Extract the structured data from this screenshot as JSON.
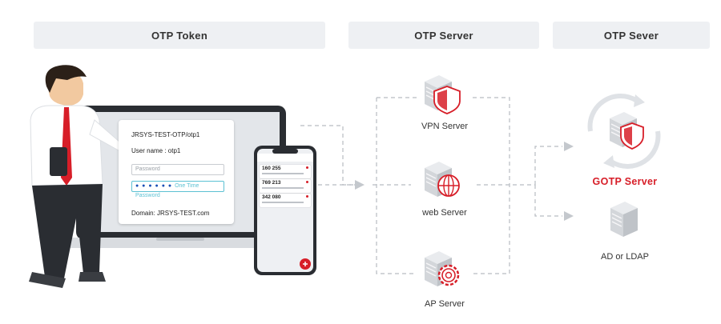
{
  "headers": {
    "token": "OTP Token",
    "server": "OTP Server",
    "sever": "OTP Sever"
  },
  "login_form": {
    "account": "JRSYS-TEST-OTP/otp1",
    "username": "User name : otp1",
    "password_placeholder": "Password",
    "otp_placeholder": "One Time Password",
    "otp_dots": "● ● ● ● ● ●",
    "domain": "Domain: JRSYS-TEST.com"
  },
  "phone": {
    "codes": [
      "160 255",
      "769 213",
      "342 080"
    ]
  },
  "servers": {
    "vpn": "VPN Server",
    "web": "web Server",
    "ap": "AP Server",
    "gotp": "GOTP Server",
    "ad": "AD or LDAP"
  },
  "colors": {
    "accent_red": "#d71e28",
    "header_bg": "#eef0f3",
    "dash_line": "#b8bcc2"
  }
}
